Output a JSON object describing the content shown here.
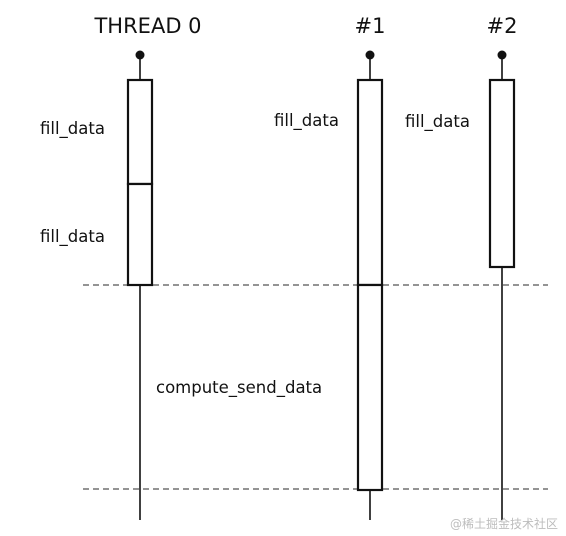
{
  "threads": [
    {
      "id": "thread-0",
      "title": "THREAD 0"
    },
    {
      "id": "thread-1",
      "title": "#1"
    },
    {
      "id": "thread-2",
      "title": "#2"
    }
  ],
  "blocks": {
    "t0_first": "fill_data",
    "t0_second": "fill_data",
    "t1_first": "fill_data",
    "t1_second": "compute_send_data",
    "t2_first": "fill_data"
  },
  "watermark": "@稀土掘金技术社区"
}
